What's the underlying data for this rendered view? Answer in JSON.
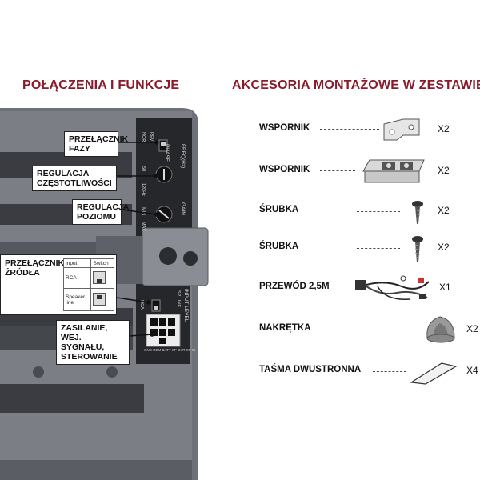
{
  "headings": {
    "left": "POŁĄCZENIA I FUNKCJE",
    "right": "AKCESORIA MONTAŻOWE W ZESTAWIE"
  },
  "callouts": {
    "faza": [
      "PRZEŁĄCZNIK",
      "FAZY"
    ],
    "czestotliwosc": [
      "REGULACJA",
      "CZĘSTOTLIWOŚCI"
    ],
    "poziom": [
      "REGULACJA",
      "POZIOMU"
    ],
    "zasilanie": [
      "ZASILANIE,",
      "WEJ. SYGNAŁU,",
      "STEROWANIE"
    ]
  },
  "source_switch": {
    "title": [
      "PRZEŁĄCZNIK",
      "ŹRÓDŁA"
    ],
    "header_input": "Input",
    "header_switch": "Switch",
    "row1_input": "RCA",
    "row2_input_line1": "Speaker",
    "row2_input_line2": "line"
  },
  "panel_text": {
    "phase": "PHASE",
    "freq": "FREQ(Hz)",
    "gain": "GAIN",
    "input_level": "INPUT LEVEL",
    "rev": "REV",
    "nor": "NOR",
    "hz50": "50",
    "hz120": "120Hz",
    "min": "MIN",
    "max": "MAX",
    "rca": "RCA",
    "sp_line": "SP LINE",
    "batt_label": "GND REM BATT SP OUT SP IN"
  },
  "accessories": [
    {
      "label": "WSPORNIK",
      "qty": "X2",
      "icon": "bracket-small-icon"
    },
    {
      "label": "WSPORNIK",
      "qty": "X2",
      "icon": "bracket-rail-icon"
    },
    {
      "label": "ŚRUBKA",
      "qty": "X2",
      "icon": "screw-short-icon"
    },
    {
      "label": "ŚRUBKA",
      "qty": "X2",
      "icon": "screw-long-icon"
    },
    {
      "label": "PRZEWÓD 2,5M",
      "qty": "X1",
      "icon": "wire-harness-icon"
    },
    {
      "label": "NAKRĘTKA",
      "qty": "X2",
      "icon": "knob-nut-icon"
    },
    {
      "label": "TAŚMA DWUSTRONNA",
      "qty": "X4",
      "icon": "tape-strip-icon"
    }
  ],
  "colors": {
    "heading": "#8b1a2b",
    "panel_dark": "#3e4148",
    "panel_mid": "#6e7178",
    "panel_light": "#9a9da3"
  }
}
